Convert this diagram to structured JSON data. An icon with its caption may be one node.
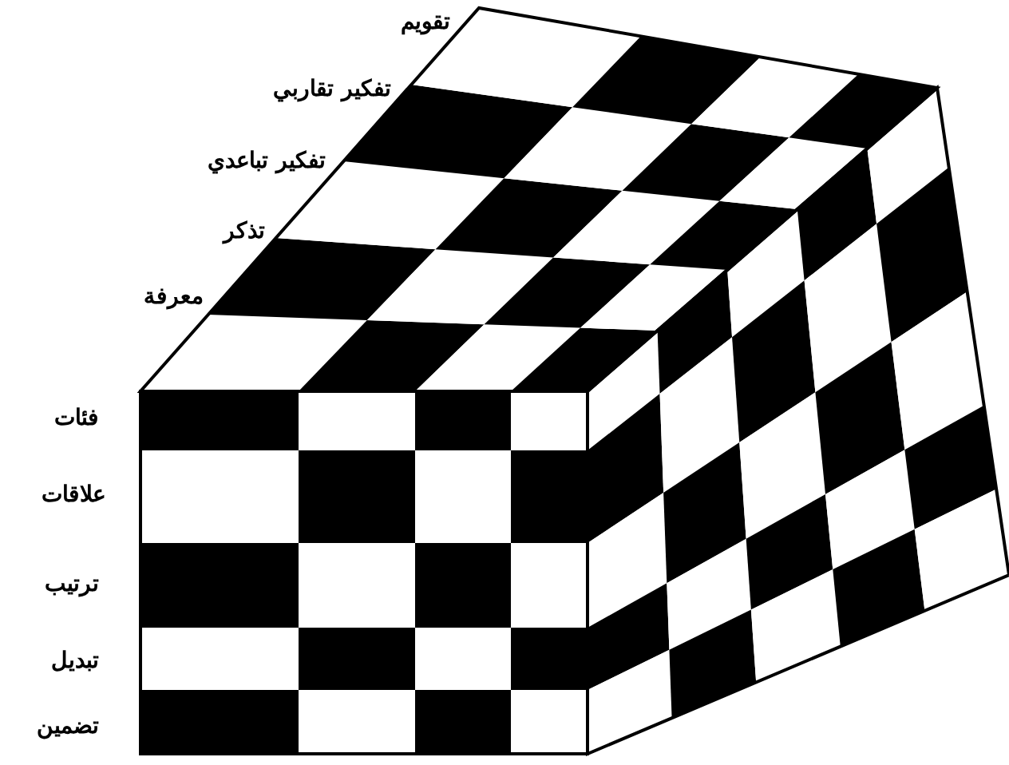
{
  "diagram": {
    "labels": [
      "تقويم",
      "تفكير تقاربي",
      "تفكير تباعدي",
      "تذكر",
      "معرفة",
      "فئات",
      "علاقات",
      "ترتيب",
      "تبديل",
      "تضمين"
    ]
  }
}
